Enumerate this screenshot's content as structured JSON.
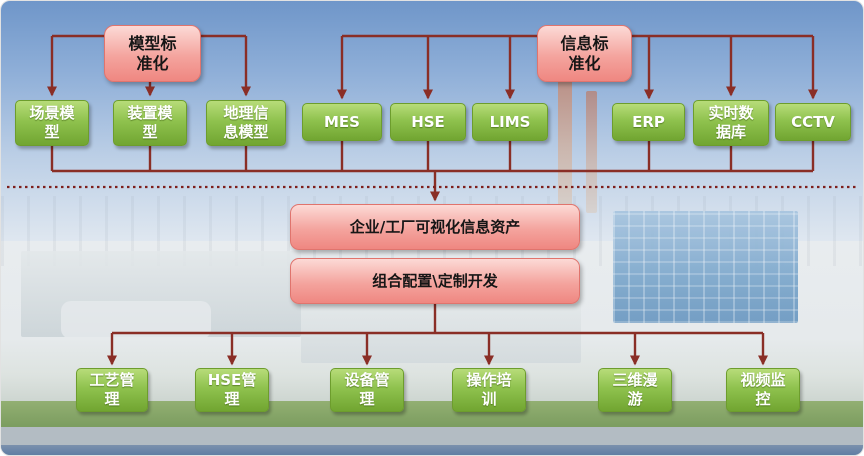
{
  "diagram": {
    "pink": {
      "model_std": "模型标\n准化",
      "info_std": "信息标\n准化",
      "assets": "企业/工厂可视化信息资产",
      "config": "组合配置\\定制开发"
    },
    "sources": {
      "scene": "场景模\n型",
      "device": "装置模\n型",
      "gis": "地理信\n息模型",
      "mes": "MES",
      "hse": "HSE",
      "lims": "LIMS",
      "erp": "ERP",
      "rtdb": "实时数\n据库",
      "cctv": "CCTV"
    },
    "apps": {
      "process": "工艺管\n理",
      "hse_mgmt": "HSE管\n理",
      "equipment": "设备管\n理",
      "training": "操作培\n训",
      "roaming": "三维漫\n游",
      "video": "视频监\n控"
    }
  },
  "colors": {
    "arrow": "#8a2e26",
    "dotted_divider": "#7e1f1c",
    "green_box": "#8fc24e",
    "pink_box": "#f4a49e"
  }
}
